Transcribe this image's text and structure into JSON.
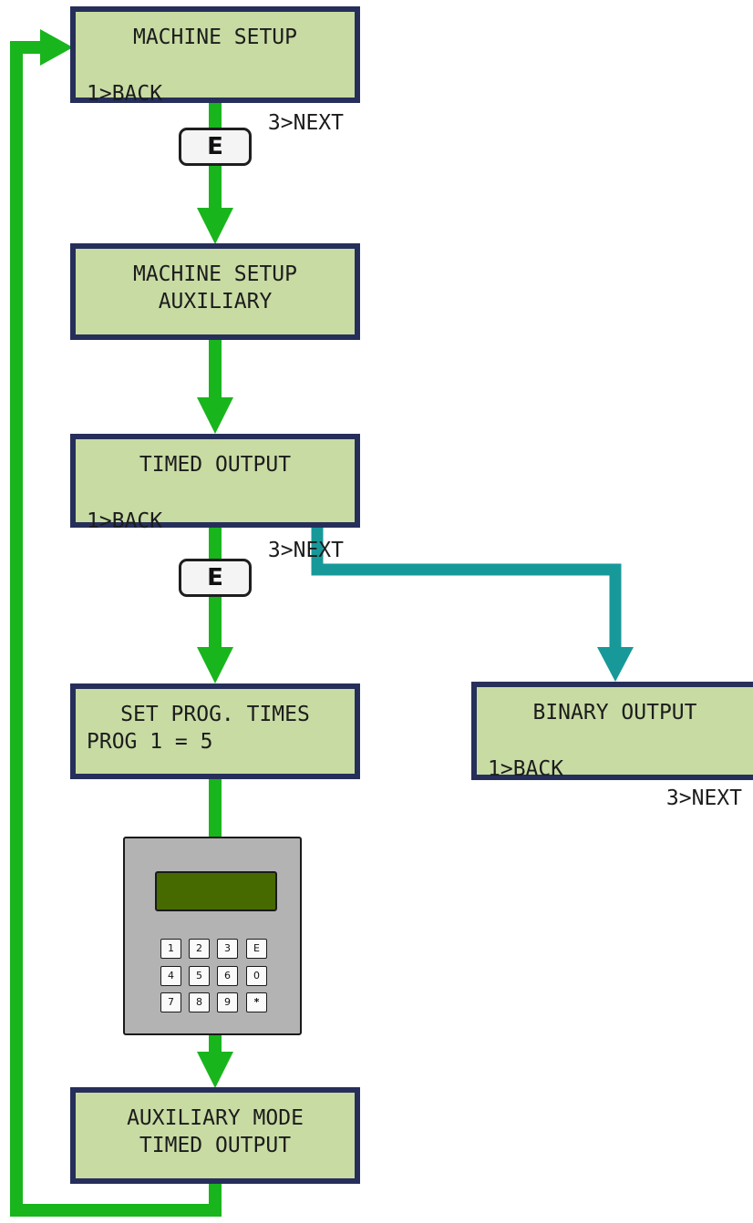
{
  "screens": {
    "machine_setup_nav": {
      "line1": "MACHINE SETUP",
      "back": "1>BACK",
      "next": "3>NEXT"
    },
    "machine_setup_aux": {
      "line1": "MACHINE SETUP",
      "line2": "AUXILIARY"
    },
    "timed_output": {
      "line1": "TIMED OUTPUT",
      "back": "1>BACK",
      "next": "3>NEXT"
    },
    "set_prog_times": {
      "line1": "SET PROG. TIMES",
      "line2": "PROG 1 = 5"
    },
    "binary_output": {
      "line1": "BINARY OUTPUT",
      "back": "1>BACK",
      "next": "3>NEXT"
    },
    "auxiliary_mode": {
      "line1": "AUXILIARY MODE",
      "line2": "TIMED OUTPUT"
    }
  },
  "enter_key_label": "E",
  "keypad": {
    "keys": [
      [
        "1",
        "2",
        "3",
        "E"
      ],
      [
        "4",
        "5",
        "6",
        "0"
      ],
      [
        "7",
        "8",
        "9",
        "*"
      ]
    ]
  },
  "colors": {
    "lcd_background": "#c8dba3",
    "lcd_border": "#262f5a",
    "main_flow_arrow": "#19b51d",
    "branch_arrow": "#17999a",
    "keypad_body": "#b3b3b3",
    "keypad_screen": "#466a00"
  }
}
